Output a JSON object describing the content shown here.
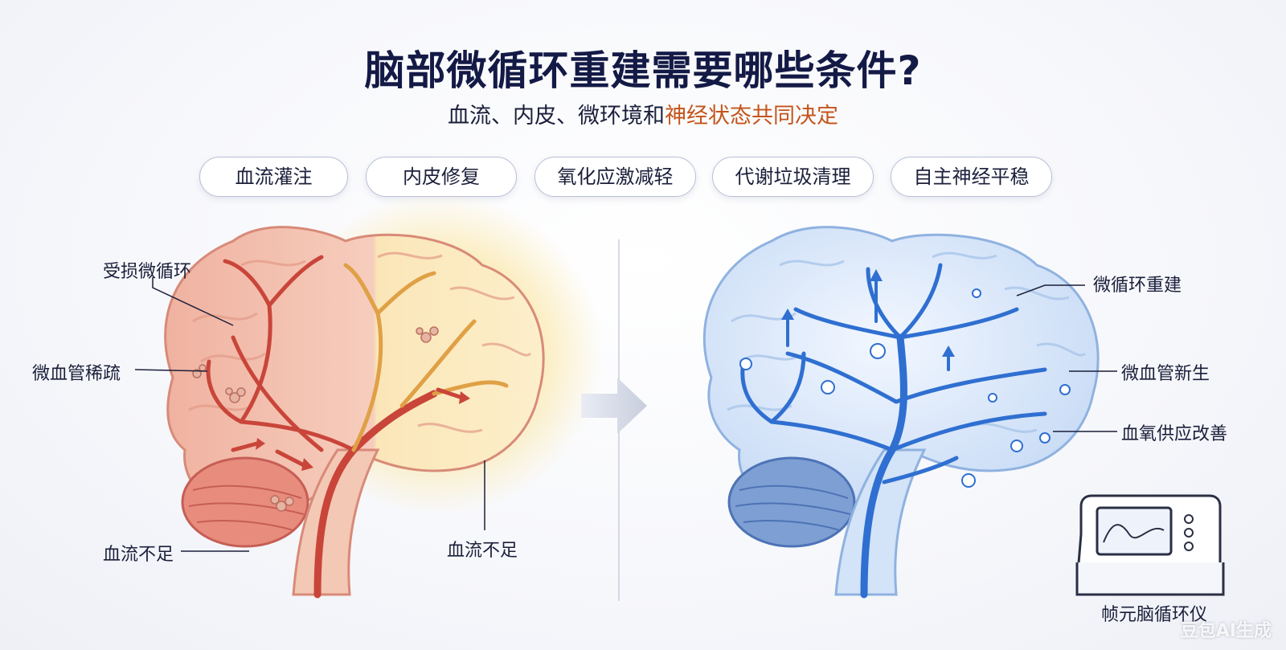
{
  "title": "脑部微循环重建需要哪些条件?",
  "subtitle": {
    "normal": "血流、内皮、微环境和",
    "highlight": "神经状态共同决定"
  },
  "pills": [
    "血流灌注",
    "内皮修复",
    "氧化应激减轻",
    "代谢垃圾清理",
    "自主神经平稳"
  ],
  "left_labels": {
    "damaged": "受损微循环",
    "sparse": "微血管稀疏",
    "insufficient_left": "血流不足",
    "insufficient_right": "血流不足"
  },
  "right_labels": {
    "rebuild": "微循环重建",
    "new_vessels": "微血管新生",
    "oxygen": "血氧供应改善",
    "device": "帧元脑循环仪"
  },
  "watermark": "豆包AI生成",
  "colors": {
    "left_brain": "#f3b9a8",
    "left_vessel": "#c9453a",
    "glow": "#f7d77a",
    "right_brain": "#cfe0f7",
    "right_vessel": "#2f6fd1",
    "highlight": "#c4541b"
  }
}
